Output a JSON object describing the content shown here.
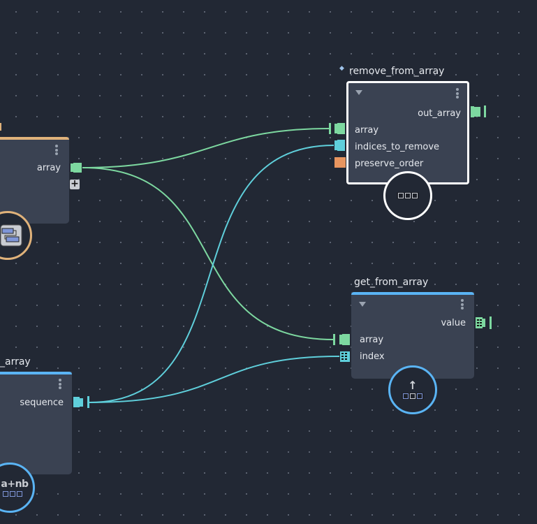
{
  "colors": {
    "background": "#222834",
    "node_body": "#3a4252",
    "array_port": "#7dd8a0",
    "sequence_port": "#5fcfdb",
    "bool_port": "#e8955f",
    "orange_header": "#e0b27a",
    "blue_header": "#5ab4f4",
    "selected_border": "#ffffff"
  },
  "nodes": {
    "left_top": {
      "title_fragment": "",
      "outputs": [
        {
          "label": "array",
          "type": "array"
        }
      ],
      "add_button_label": "+",
      "icon": "array-builder-icon"
    },
    "left_bottom": {
      "title": "_array",
      "outputs": [
        {
          "label": "sequence",
          "type": "sequence"
        }
      ],
      "icon": "sequence-expression-icon",
      "icon_text": "a+nb"
    },
    "remove_from_array": {
      "title": "remove_from_array",
      "title_marker": "◆",
      "selected": true,
      "outputs": [
        {
          "label": "out_array",
          "type": "array"
        }
      ],
      "inputs": [
        {
          "label": "array",
          "type": "array"
        },
        {
          "label": "indices_to_remove",
          "type": "sequence"
        },
        {
          "label": "preserve_order",
          "type": "bool"
        }
      ],
      "icon": "array-icon"
    },
    "get_from_array": {
      "title": "get_from_array",
      "outputs": [
        {
          "label": "value",
          "type": "array-element"
        }
      ],
      "inputs": [
        {
          "label": "array",
          "type": "array"
        },
        {
          "label": "index",
          "type": "sequence-element"
        }
      ],
      "icon": "array-get-icon",
      "icon_glyph": "↑"
    }
  },
  "connections": [
    {
      "from": "left_top.array",
      "to": "remove_from_array.array",
      "color": "#7dd8a0"
    },
    {
      "from": "left_top.array",
      "to": "get_from_array.array",
      "color": "#7dd8a0"
    },
    {
      "from": "left_bottom.sequence",
      "to": "remove_from_array.indices_to_remove",
      "color": "#5fcfdb"
    },
    {
      "from": "left_bottom.sequence",
      "to": "get_from_array.index",
      "color": "#5fcfdb"
    }
  ]
}
